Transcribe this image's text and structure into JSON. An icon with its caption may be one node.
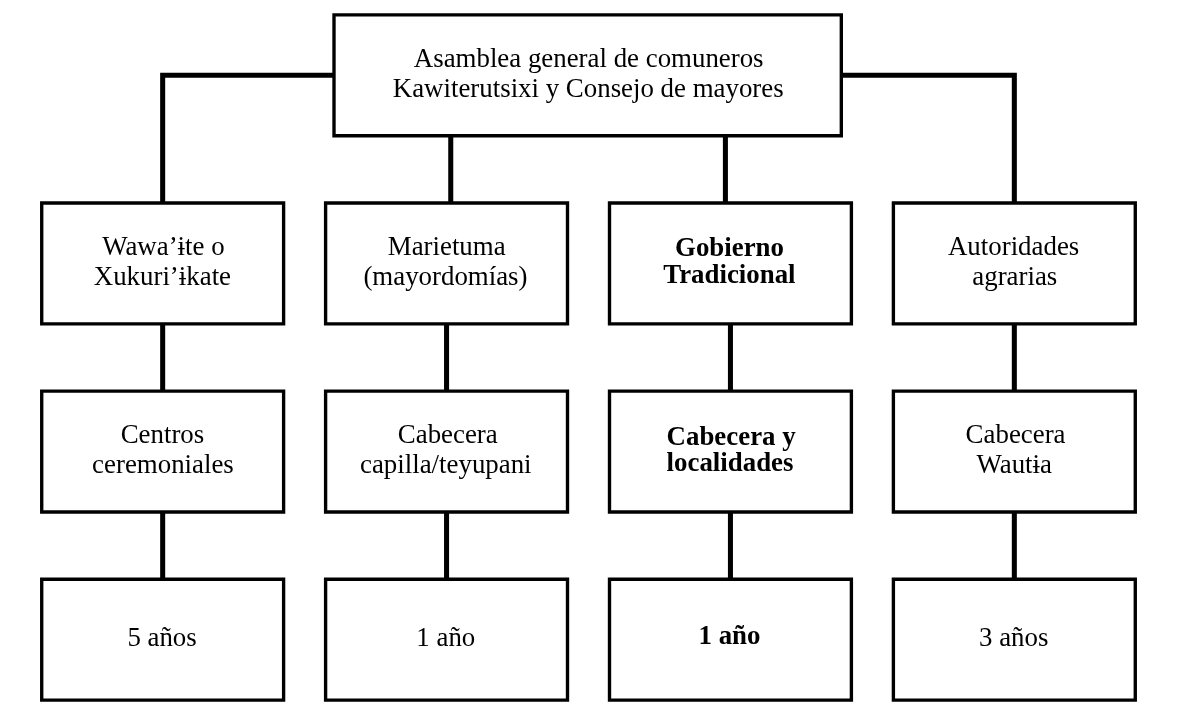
{
  "diagram": {
    "nodes": [
      {
        "text": [
          "Asamblea general de comuneros Kawiterutsixi y Consejo de mayores"
        ]
      },
      {
        "text": [
          "Wawa’ɨte o Xukuri’ɨkate"
        ]
      },
      {
        "text": [
          "Marietuma (mayordomías)"
        ]
      },
      {
        "text": [
          "Gobierno Tradicional"
        ]
      },
      {
        "text": [
          "Autoridades agrarias"
        ]
      },
      {
        "text": [
          "Centros ceremoniales"
        ]
      },
      {
        "text": [
          "Cabecera capilla/teyupani"
        ]
      },
      {
        "text": [
          "Cabecera y localidades"
        ]
      },
      {
        "text": [
          "Cabecera Wautɨa"
        ]
      },
      {
        "text": [
          "5 años"
        ]
      },
      {
        "text": [
          "1 año"
        ]
      },
      {
        "text": [
          "1 año"
        ]
      },
      {
        "text": [
          "3 años"
        ]
      }
    ],
    "edges": [
      {
        "from": 0,
        "to": 1,
        "arrow": "none"
      },
      {
        "from": 0,
        "to": 2,
        "arrow": "none"
      },
      {
        "from": 0,
        "to": 3,
        "arrow": "none"
      },
      {
        "from": 0,
        "to": 4,
        "arrow": "none"
      },
      {
        "from": 1,
        "to": 5,
        "arrow": "none"
      },
      {
        "from": 2,
        "to": 6,
        "arrow": "none"
      },
      {
        "from": 3,
        "to": 7,
        "arrow": "none"
      },
      {
        "from": 4,
        "to": 8,
        "arrow": "none"
      },
      {
        "from": 5,
        "to": 9,
        "arrow": "none"
      },
      {
        "from": 6,
        "to": 10,
        "arrow": "none"
      },
      {
        "from": 7,
        "to": 11,
        "arrow": "none"
      },
      {
        "from": 8,
        "to": 12,
        "arrow": "none"
      }
    ]
  }
}
